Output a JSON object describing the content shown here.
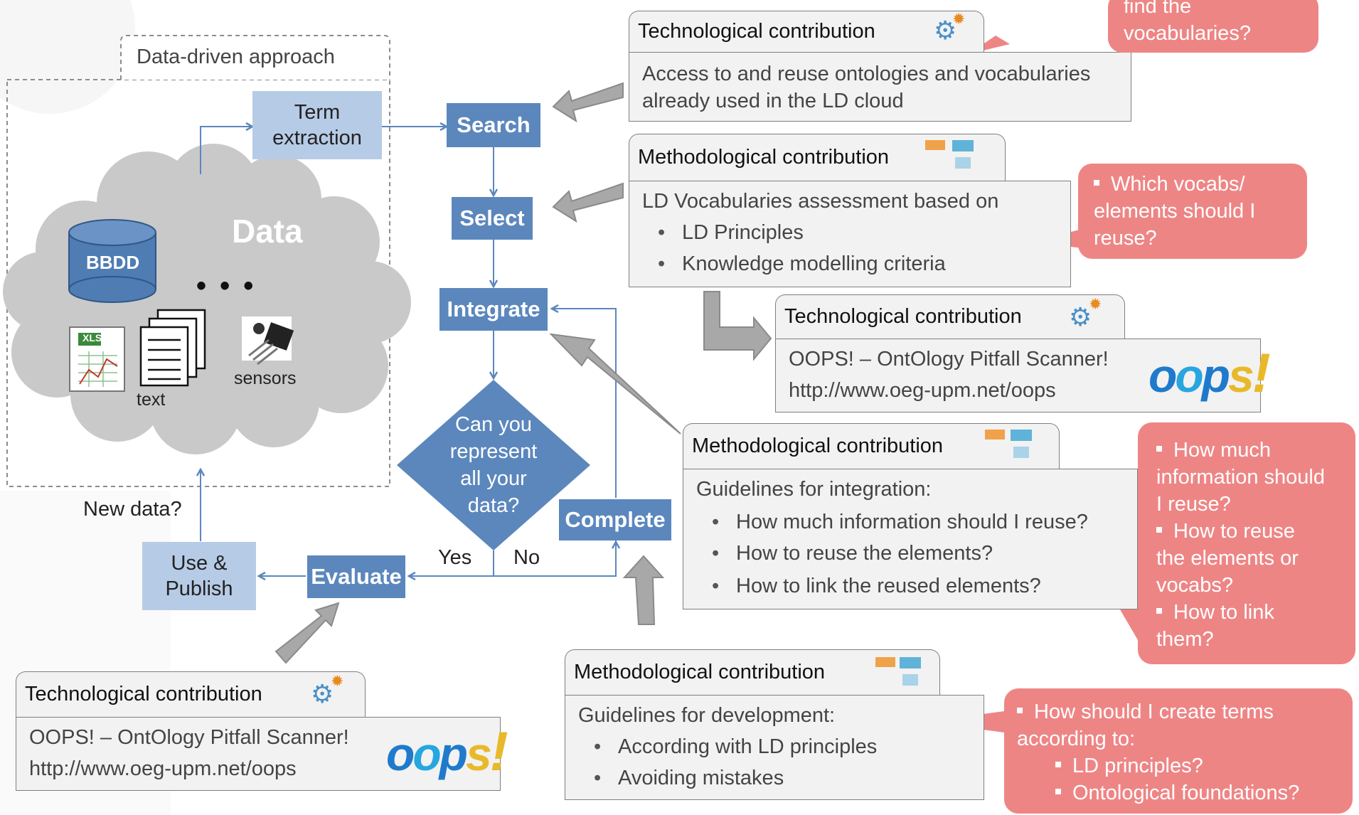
{
  "data_driven": {
    "title": "Data-driven approach"
  },
  "cloud": {
    "title": "Data",
    "db_label": "BBDD",
    "dots": "•  •  •",
    "text_label": "text",
    "sensors_label": "sensors",
    "xls_label": "XLS"
  },
  "process": {
    "term_extraction": "Term\nextraction",
    "search": "Search",
    "select": "Select",
    "integrate": "Integrate",
    "decision": "Can you\nrepresent\nall your\ndata?",
    "yes": "Yes",
    "no": "No",
    "complete": "Complete",
    "evaluate": "Evaluate",
    "use_publish": "Use &\nPublish",
    "new_data": "New data?"
  },
  "boxes": {
    "tech_search": {
      "tab": "Technological contribution",
      "lines": [
        "Access to and reuse ontologies and vocabularies",
        "already used in the LD cloud"
      ]
    },
    "method_select": {
      "tab": "Methodological contribution",
      "lines": [
        "LD Vocabularies assessment based on"
      ],
      "bullets": [
        "LD Principles",
        "Knowledge modelling criteria"
      ]
    },
    "tech_oops_right": {
      "tab": "Technological contribution",
      "lines": [
        "OOPS! – OntOlogy Pitfall Scanner!",
        "http://www.oeg-upm.net/oops"
      ]
    },
    "method_integration": {
      "tab": "Methodological contribution",
      "lines": [
        "Guidelines for integration:"
      ],
      "bullets": [
        "How much information should I reuse?",
        "How to reuse the elements?",
        "How to link the reused elements?"
      ]
    },
    "tech_oops_left": {
      "tab": "Technological contribution",
      "lines": [
        "OOPS! – OntOlogy Pitfall Scanner!",
        "http://www.oeg-upm.net/oops"
      ]
    },
    "method_development": {
      "tab": "Methodological contribution",
      "lines": [
        "Guidelines for development:"
      ],
      "bullets": [
        "According with LD principles",
        "Avoiding mistakes"
      ]
    }
  },
  "bubbles": {
    "find": [
      "find the",
      "vocabularies?"
    ],
    "which": [
      "Which vocabs/",
      "elements should I",
      "reuse?"
    ],
    "how_much": [
      "How much",
      "information should",
      "I reuse?",
      "How to reuse",
      "the elements or",
      "vocabs?",
      "How to link",
      "them?"
    ],
    "create": {
      "lead": "How should I create terms",
      "lead2": "according to:",
      "subs": [
        "LD principles?",
        "Ontological foundations?"
      ]
    }
  },
  "logo": {
    "oops": "oops!"
  },
  "colors": {
    "step": "#5b87bd",
    "light_step": "#b6cbe6",
    "bubble": "#ee8585",
    "panel": "#f2f2f2",
    "arrow": "#5b87bd"
  }
}
